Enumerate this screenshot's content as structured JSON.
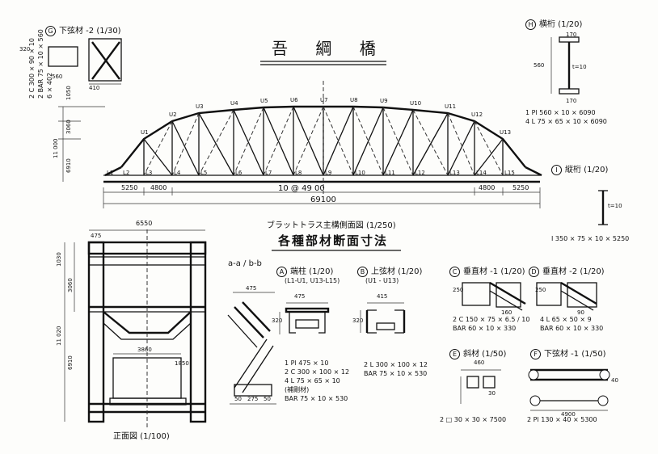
{
  "title": "吾 綱 橋",
  "truss_caption": "ブラットトラス主構側面図 (1/250)",
  "section_heading": "各種部材断面寸法",
  "end_view_caption": "正面図 (1/100)",
  "aa_bb_label": "a-a / b-b",
  "truss": {
    "upper_nodes": [
      "U1",
      "U2",
      "U3",
      "U4",
      "U5",
      "U6",
      "U7",
      "U8",
      "U9",
      "U10",
      "U11",
      "U12",
      "U13"
    ],
    "lower_nodes": [
      "L1",
      "L2",
      "L3",
      "L4",
      "L5",
      "L6",
      "L7",
      "L8",
      "L9",
      "L10",
      "L11",
      "L12",
      "L13",
      "L14",
      "L15"
    ],
    "dims": {
      "end_left": "5250",
      "first_panel": "4800",
      "mid": "10 @ 49 00",
      "last_panel": "4800",
      "end_right": "5250",
      "total": "69100",
      "h1": "1050",
      "h2": "3060",
      "h3": "6910",
      "h4": "11 000"
    }
  },
  "end_view": {
    "top": "6550",
    "h1": "1030",
    "h2": "3060",
    "h3": "6910",
    "total_h": "11 020",
    "inner": "3860",
    "post": "475",
    "side": "1850"
  },
  "members": {
    "G": {
      "letter": "G",
      "name": "下弦材 -2 (1/30)",
      "dims": [
        "320",
        "560",
        "410"
      ],
      "spec": [
        "2 C 300 × 90 × 10",
        "2 BAR 75 × 10 × 560",
        "6 × 402"
      ]
    },
    "H": {
      "letter": "H",
      "name": "横桁 (1/20)",
      "dims": [
        "170",
        "560",
        "t=10",
        "170"
      ],
      "spec": [
        "1 Pl 560 × 10 × 6090",
        "4 L 75 × 65 × 10 × 6090"
      ]
    },
    "I": {
      "letter": "I",
      "name": "縦桁 (1/20)",
      "dims": [
        "t=10"
      ],
      "spec": [
        "I 350 × 75 × 10 × 5250"
      ]
    },
    "A": {
      "letter": "A",
      "name": "端柱 (1/20)",
      "sub": "(L1-U1, U13-L15)",
      "dims": [
        "475",
        "320"
      ],
      "spec": [
        "1 Pl 475 × 10",
        "2 C 300 × 100 × 12",
        "4 L 75 × 65 × 10",
        "(補剛材)",
        "BAR 75 × 10 × 530"
      ]
    },
    "B": {
      "letter": "B",
      "name": "上弦材 (1/20)",
      "sub": "(U1 - U13)",
      "dims": [
        "415",
        "320"
      ],
      "spec": [
        "2 L 300 × 100 × 12",
        "BAR 75 × 10 × 530"
      ]
    },
    "C": {
      "letter": "C",
      "name": "垂直材 -1 (1/20)",
      "dims": [
        "250",
        "160"
      ],
      "spec": [
        "2 C 150 × 75 × 6.5 / 10",
        "BAR 60 × 10 × 330"
      ]
    },
    "D": {
      "letter": "D",
      "name": "垂直材 -2 (1/20)",
      "dims": [
        "250",
        "90"
      ],
      "spec": [
        "4 L 65 × 50 × 9",
        "BAR 60 × 10 × 330"
      ]
    },
    "E": {
      "letter": "E",
      "name": "斜材 (1/50)",
      "dims": [
        "460",
        "30"
      ],
      "spec": [
        "2 □ 30 × 30 × 7500"
      ]
    },
    "F": {
      "letter": "F",
      "name": "下弦材 -1 (1/50)",
      "dims": [
        "4900",
        "40"
      ],
      "spec": [
        "2 Pl 130 × 40 × 5300"
      ]
    }
  },
  "aa": {
    "d1": "475",
    "d2": "50",
    "d3": "275",
    "d4": "50"
  }
}
